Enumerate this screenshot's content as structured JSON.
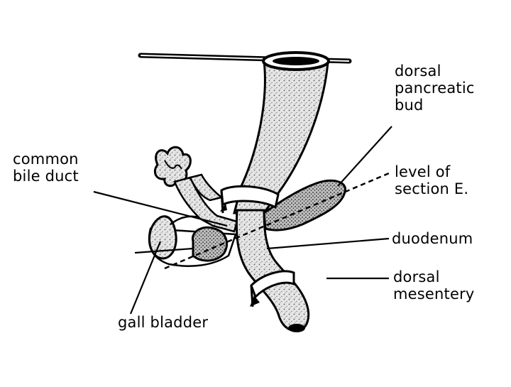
{
  "figure": {
    "labels": {
      "common_bile_duct": [
        "common",
        "bile duct"
      ],
      "gall_bladder": [
        "gall bladder"
      ],
      "dorsal_pancreatic_bud": [
        "dorsal",
        "pancreatic",
        "bud"
      ],
      "level_of_section": [
        "level of",
        "section E."
      ],
      "duodenum": [
        "duodenum"
      ],
      "dorsal_mesentery": [
        "dorsal",
        "mesentery"
      ]
    },
    "colors": {
      "ink": "#000000",
      "tissue_fill": "#e4e4e4",
      "background": "#ffffff"
    }
  }
}
